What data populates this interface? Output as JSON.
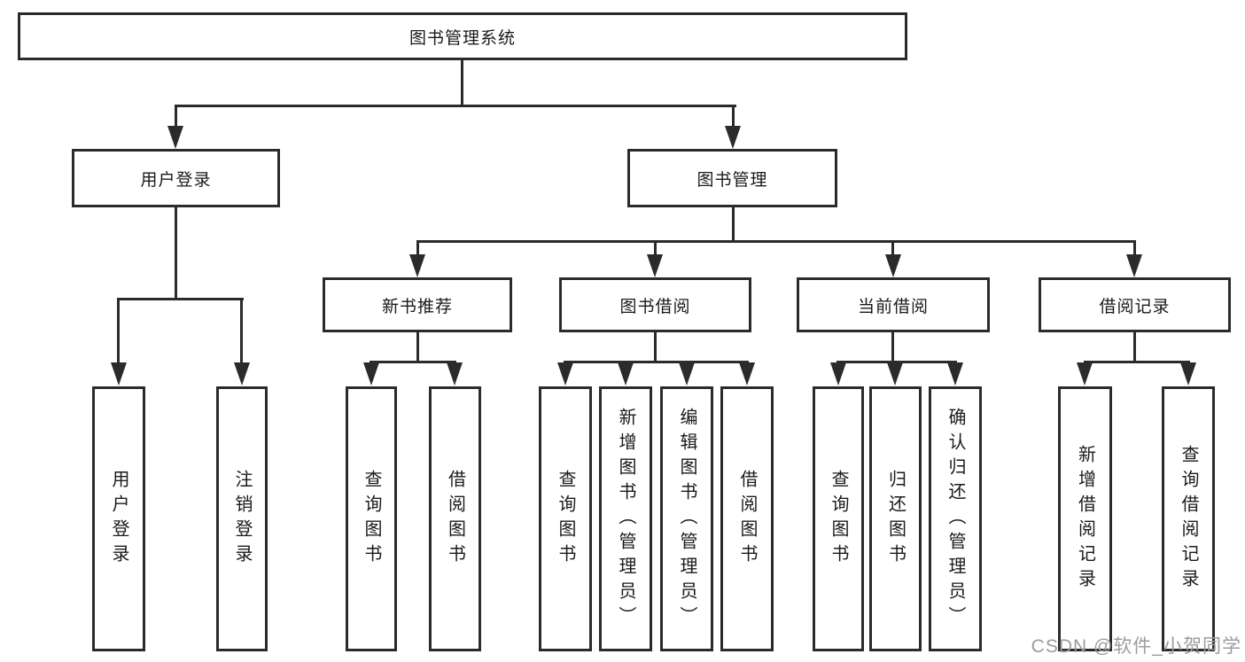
{
  "root": "图书管理系统",
  "level2": {
    "user_login": "用户登录",
    "book_management": "图书管理"
  },
  "level3": {
    "new_book_recommend": "新书推荐",
    "book_borrow": "图书借阅",
    "current_borrow": "当前借阅",
    "borrow_records": "借阅记录"
  },
  "leaves": {
    "user_login": [
      "用户登录",
      "注销登录"
    ],
    "new_book_recommend": [
      "查询图书",
      "借阅图书"
    ],
    "book_borrow": [
      "查询图书",
      "新增图书（管理员）",
      "编辑图书（管理员）",
      "借阅图书"
    ],
    "current_borrow": [
      "查询图书",
      "归还图书",
      "确认归还（管理员）"
    ],
    "borrow_records": [
      "新增借阅记录",
      "查询借阅记录"
    ]
  },
  "watermark": "CSDN @软件_小贺同学",
  "colors": {
    "line": "#2b2b2b",
    "text": "#1a1a1a",
    "box_bg": "#ffffff",
    "watermark": "#9c9c9c"
  }
}
